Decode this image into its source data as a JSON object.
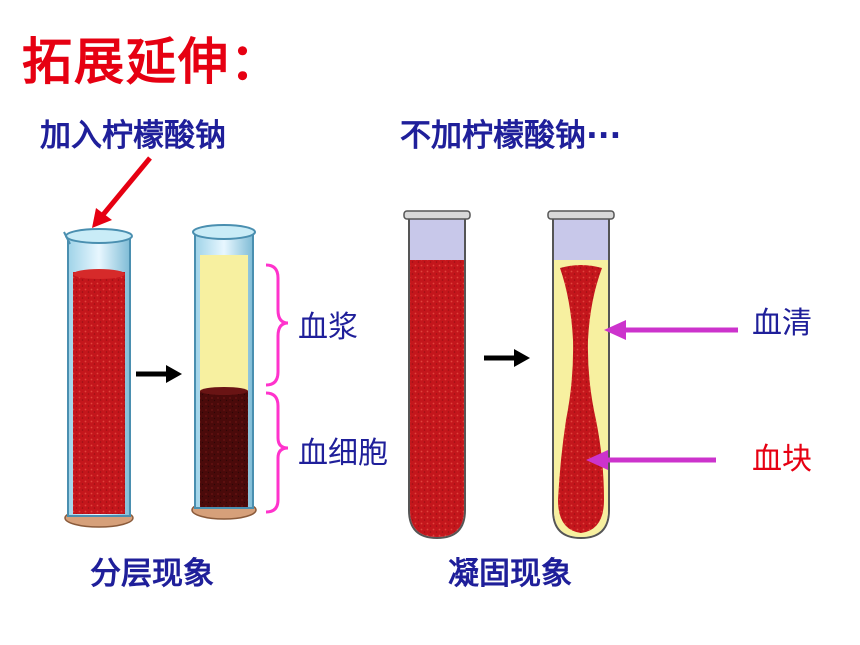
{
  "title": "拓展延伸：",
  "left": {
    "heading": "加入柠檬酸钠",
    "plasma_label": "血浆",
    "cells_label": "血细胞",
    "caption": "分层现象"
  },
  "right": {
    "heading": "不加柠檬酸钠···",
    "serum_label": "血清",
    "clot_label": "血块",
    "caption": "凝固现象"
  },
  "colors": {
    "title": "#e60012",
    "text": "#1f1f9a",
    "blood": "#c4161c",
    "dark_blood": "#4a0a0a",
    "plasma": "#f7f0a0",
    "brace": "#ff33cc",
    "arrow_magenta": "#cc33cc"
  }
}
